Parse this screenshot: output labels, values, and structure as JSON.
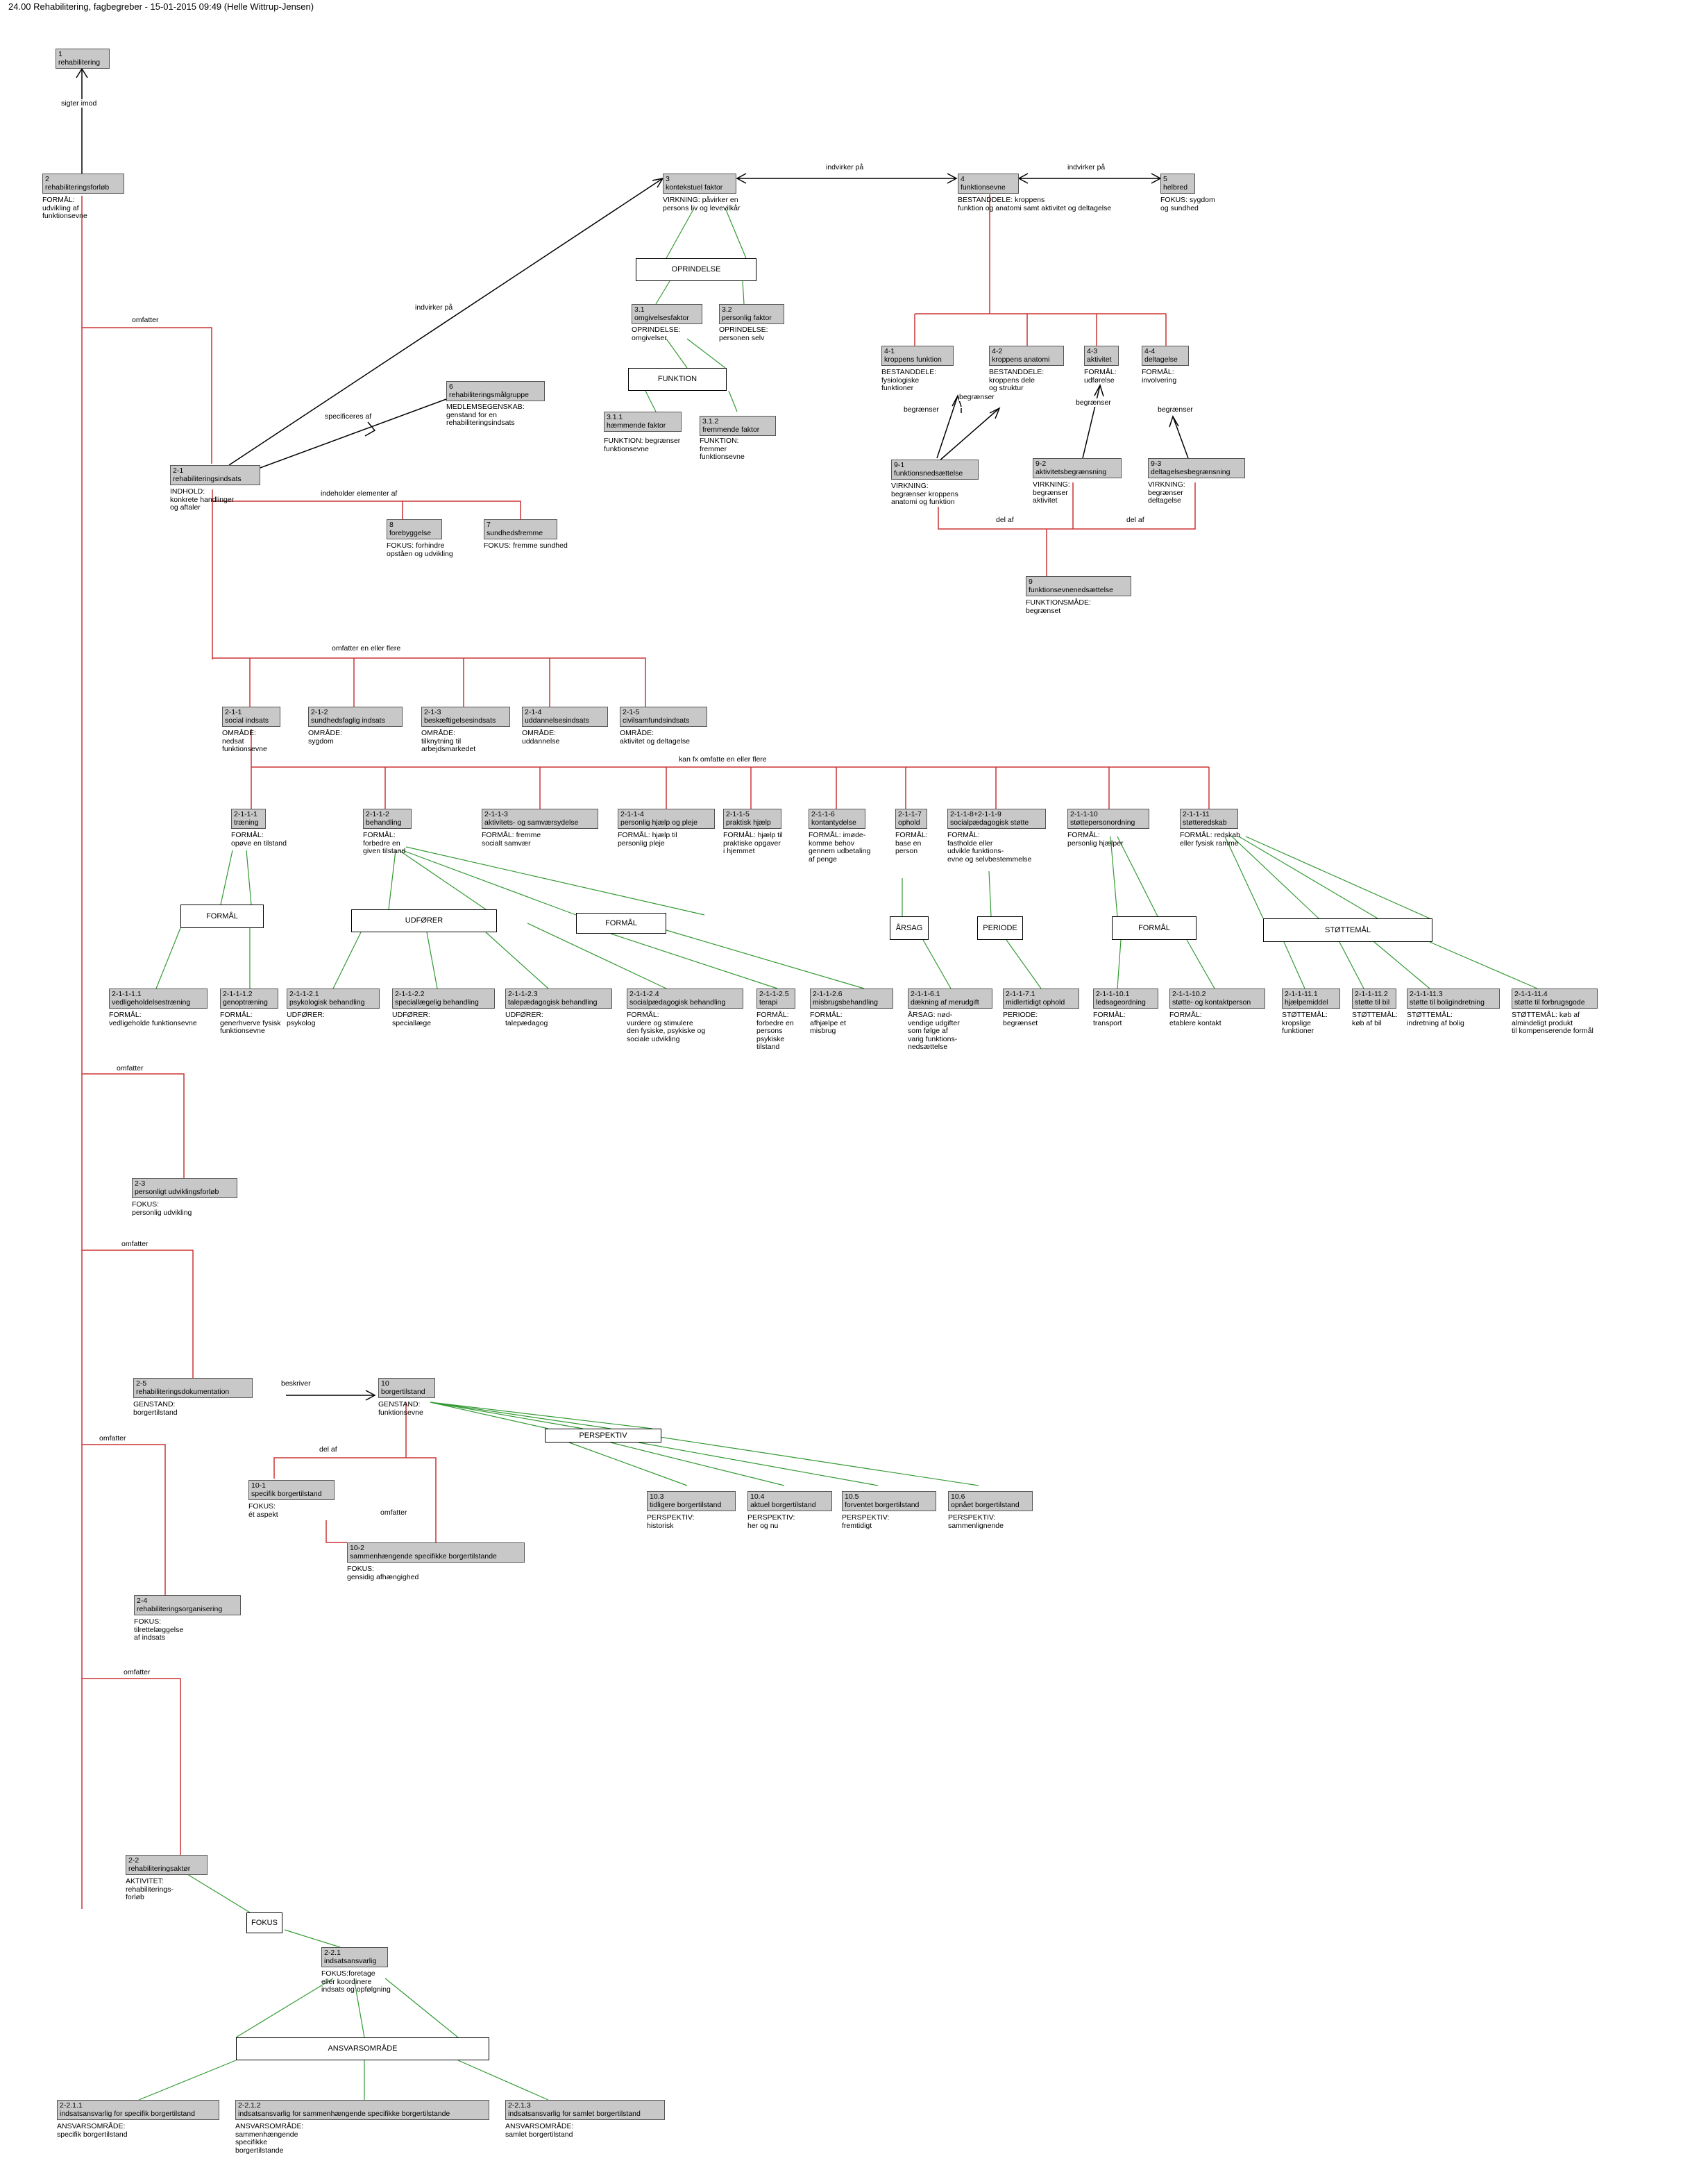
{
  "header": "24.00 Rehabilitering, fagbegreber - 15-01-2015 09:49 (Helle Wittrup-Jensen)",
  "concepts": {
    "c1": {
      "id": "1",
      "name": "rehabilitering",
      "desc": ""
    },
    "c2": {
      "id": "2",
      "name": "rehabiliteringsforløb",
      "desc": "FORMÅL:\nudvikling af\nfunktionsevne"
    },
    "c3": {
      "id": "3",
      "name": "kontekstuel faktor",
      "desc": "VIRKNING: påvirker en\npersons liv og levevilkår"
    },
    "c4": {
      "id": "4",
      "name": "funktionsevne",
      "desc": "BESTANDDELE: kroppens\nfunktion og anatomi samt aktivitet og deltagelse"
    },
    "c5": {
      "id": "5",
      "name": "helbred",
      "desc": "FOKUS: sygdom\nog sundhed"
    },
    "c31": {
      "id": "3.1",
      "name": "omgivelsesfaktor",
      "desc": "OPRINDELSE:\nomgivelser"
    },
    "c32": {
      "id": "3.2",
      "name": "personlig faktor",
      "desc": "OPRINDELSE:\npersonen selv"
    },
    "c311": {
      "id": "3.1.1",
      "name": "hæmmende faktor",
      "desc": "FUNKTION: begrænser\nfunktionsevne"
    },
    "c312": {
      "id": "3.1.2",
      "name": "fremmende faktor",
      "desc": "FUNKTION:\nfremmer\nfunktionsevne"
    },
    "c6": {
      "id": "6",
      "name": "rehabiliteringsmålgruppe",
      "desc": "MEDLEMSEGENSKAB:\ngenstand for en\nrehabiliteringsindsats"
    },
    "c41": {
      "id": "4-1",
      "name": "kroppens funktion",
      "desc": "BESTANDDELE:\nfysiologiske\nfunktioner"
    },
    "c42": {
      "id": "4-2",
      "name": "kroppens anatomi",
      "desc": "BESTANDDELE:\nkroppens dele\nog struktur"
    },
    "c43": {
      "id": "4-3",
      "name": "aktivitet",
      "desc": "FORMÅL:\nudførelse"
    },
    "c44": {
      "id": "4-4",
      "name": "deltagelse",
      "desc": "FORMÅL:\ninvolvering"
    },
    "c91": {
      "id": "9-1",
      "name": "funktionsnedsættelse",
      "desc": "VIRKNING:\nbegrænser kroppens\nanatomi og funktion"
    },
    "c92": {
      "id": "9-2",
      "name": "aktivitetsbegrænsning",
      "desc": "VIRKNING:\nbegrænser\naktivitet"
    },
    "c93": {
      "id": "9-3",
      "name": "deltagelsesbegrænsning",
      "desc": "VIRKNING:\nbegrænser\ndeltagelse"
    },
    "c9": {
      "id": "9",
      "name": "funktionsevnenedsættelse",
      "desc": "FUNKTIONSMÅDE:\nbegrænset"
    },
    "c21": {
      "id": "2-1",
      "name": "rehabiliteringsindsats",
      "desc": "INDHOLD:\nkonkrete handlinger\nog aftaler"
    },
    "c8": {
      "id": "8",
      "name": "forebyggelse",
      "desc": "FOKUS: forhindre\nopståen og udvikling"
    },
    "c7": {
      "id": "7",
      "name": "sundhedsfremme",
      "desc": "FOKUS: fremme sundhed"
    },
    "c211": {
      "id": "2-1-1",
      "name": "social indsats",
      "desc": "OMRÅDE:\nnedsat\nfunktionsevne"
    },
    "c212": {
      "id": "2-1-2",
      "name": "sundhedsfaglig indsats",
      "desc": "OMRÅDE:\nsygdom"
    },
    "c213": {
      "id": "2-1-3",
      "name": "beskæftigelsesindsats",
      "desc": "OMRÅDE:\ntilknytning til\narbejdsmarkedet"
    },
    "c214": {
      "id": "2-1-4",
      "name": "uddannelsesindsats",
      "desc": "OMRÅDE:\nuddannelse"
    },
    "c215": {
      "id": "2-1-5",
      "name": "civilsamfundsindsats",
      "desc": "OMRÅDE:\naktivitet og deltagelse"
    },
    "c2111": {
      "id": "2-1-1-1",
      "name": "træning",
      "desc": "FORMÅL:\nopøve en tilstand"
    },
    "c2112": {
      "id": "2-1-1-2",
      "name": "behandling",
      "desc": "FORMÅL:\nforbedre en\ngiven tilstand"
    },
    "c2113": {
      "id": "2-1-1-3",
      "name": "aktivitets- og samværsydelse",
      "desc": "FORMÅL: fremme\nsocialt samvær"
    },
    "c2114": {
      "id": "2-1-1-4",
      "name": "personlig hjælp og pleje",
      "desc": "FORMÅL: hjælp til\npersonlig pleje"
    },
    "c2115": {
      "id": "2-1-1-5",
      "name": "praktisk hjælp",
      "desc": "FORMÅL: hjælp til\npraktiske opgaver\ni hjemmet"
    },
    "c2116": {
      "id": "2-1-1-6",
      "name": "kontantydelse",
      "desc": "FORMÅL: imøde-\nkomme behov\ngennem udbetaling\naf penge"
    },
    "c2117": {
      "id": "2-1-1-7",
      "name": "ophold",
      "desc": "FORMÅL:\nbase en\nperson"
    },
    "c2118": {
      "id": "2-1-1-8+2-1-1-9",
      "name": "socialpædagogisk støtte",
      "desc": "FORMÅL:\nfastholde eller\nudvikle funktions-\nevne og selvbestemmelse"
    },
    "c21110": {
      "id": "2-1-1-10",
      "name": "støttepersonordning",
      "desc": "FORMÅL:\npersonlig hjælper"
    },
    "c21111": {
      "id": "2-1-1-11",
      "name": "støtteredskab",
      "desc": "FORMÅL: redskab\neller fysisk ramme"
    },
    "c21111a": {
      "id": "2-1-1-1.1",
      "name": "vedligeholdelsestræning",
      "desc": "FORMÅL:\nvedligeholde funktionsevne"
    },
    "c21112a": {
      "id": "2-1-1-1.2",
      "name": "genoptræning",
      "desc": "FORMÅL:\ngenerhverve fysisk\nfunktionsevne"
    },
    "c21121": {
      "id": "2-1-1-2.1",
      "name": "psykologisk behandling",
      "desc": "UDFØRER:\npsykolog"
    },
    "c21122": {
      "id": "2-1-1-2.2",
      "name": "speciallægelig behandling",
      "desc": "UDFØRER:\nspeciallæge"
    },
    "c21123": {
      "id": "2-1-1-2.3",
      "name": "talepædagogisk behandling",
      "desc": "UDFØRER:\ntalepædagog"
    },
    "c21124": {
      "id": "2-1-1-2.4",
      "name": "socialpædagogisk behandling",
      "desc": "FORMÅL:\nvurdere og stimulere\nden fysiske, psykiske og\nsociale udvikling"
    },
    "c21125": {
      "id": "2-1-1-2.5",
      "name": "terapi",
      "desc": "FORMÅL:\nforbedre en\npersons\npsykiske\ntilstand"
    },
    "c21126": {
      "id": "2-1-1-2.6",
      "name": "misbrugsbehandling",
      "desc": "FORMÅL:\nafhjælpe et\nmisbrug"
    },
    "c21161": {
      "id": "2-1-1-6.1",
      "name": "dækning af merudgift",
      "desc": "ÅRSAG: nød-\nvendige udgifter\nsom følge af\nvarig funktions-\nnedsættelse"
    },
    "c21171": {
      "id": "2-1-1-7.1",
      "name": "midlertidigt ophold",
      "desc": "PERIODE:\nbegrænset"
    },
    "c211101": {
      "id": "2-1-1-10.1",
      "name": "ledsageordning",
      "desc": "FORMÅL:\ntransport"
    },
    "c211102": {
      "id": "2-1-1-10.2",
      "name": "støtte- og kontaktperson",
      "desc": "FORMÅL:\netablere kontakt"
    },
    "c211111": {
      "id": "2-1-1-11.1",
      "name": "hjælpemiddel",
      "desc": "STØTTEMÅL:\nkropslige\nfunktioner"
    },
    "c211112": {
      "id": "2-1-1-11.2",
      "name": "støtte til bil",
      "desc": "STØTTEMÅL:\nkøb af bil"
    },
    "c211113": {
      "id": "2-1-1-11.3",
      "name": "støtte til boligindretning",
      "desc": "STØTTEMÅL:\nindretning af bolig"
    },
    "c211114": {
      "id": "2-1-1-11.4",
      "name": "støtte til forbrugsgode",
      "desc": "STØTTEMÅL: køb af\nalmindeligt produkt\ntil kompenserende formål"
    },
    "c23": {
      "id": "2-3",
      "name": "personligt udviklingsforløb",
      "desc": "FOKUS:\npersonlig udvikling"
    },
    "c25": {
      "id": "2-5",
      "name": "rehabiliteringsdokumentation",
      "desc": "GENSTAND:\nborgertilstand"
    },
    "c10": {
      "id": "10",
      "name": "borgertilstand",
      "desc": "GENSTAND:\nfunktionsevne"
    },
    "c101": {
      "id": "10-1",
      "name": "specifik borgertilstand",
      "desc": "FOKUS:\nét aspekt"
    },
    "c102": {
      "id": "10-2",
      "name": "sammenhængende specifikke borgertilstande",
      "desc": "FOKUS:\ngensidig afhængighed"
    },
    "c103": {
      "id": "10.3",
      "name": "tidligere borgertilstand",
      "desc": "PERSPEKTIV:\nhistorisk"
    },
    "c104": {
      "id": "10.4",
      "name": "aktuel borgertilstand",
      "desc": "PERSPEKTIV:\nher og nu"
    },
    "c105": {
      "id": "10.5",
      "name": "forventet borgertilstand",
      "desc": "PERSPEKTIV:\nfremtidigt"
    },
    "c106": {
      "id": "10.6",
      "name": "opnået borgertilstand",
      "desc": "PERSPEKTIV:\nsammenlignende"
    },
    "c24": {
      "id": "2-4",
      "name": "rehabiliteringsorganisering",
      "desc": "FOKUS:\ntilrettelæggelse\naf indsats"
    },
    "c22": {
      "id": "2-2",
      "name": "rehabiliteringsaktør",
      "desc": "AKTIVITET:\nrehabiliterings-\nforløb"
    },
    "c221": {
      "id": "2-2.1",
      "name": "indsatsansvarlig",
      "desc": "FOKUS:foretage\neller koordinere\nindsats og opfølgning"
    },
    "c2211": {
      "id": "2-2.1.1",
      "name": "indsatsansvarlig for specifik borgertilstand",
      "desc": "ANSVARSOMRÅDE:\nspecifik borgertilstand"
    },
    "c2212": {
      "id": "2-2.1.2",
      "name": "indsatsansvarlig for sammenhængende specifikke borgertilstande",
      "desc": "ANSVARSOMRÅDE:\nsammenhængende\nspecifikke\nborgertilstande"
    },
    "c2213": {
      "id": "2-2.1.3",
      "name": "indsatsansvarlig for samlet borgertilstand",
      "desc": "ANSVARSOMRÅDE:\nsamlet borgertilstand"
    }
  },
  "criteria": {
    "oprindelse": "OPRINDELSE",
    "funktion": "FUNKTION",
    "formal1": "FORMÅL",
    "udforer": "UDFØRER",
    "formal2": "FORMÅL",
    "arsag": "ÅRSAG",
    "periode": "PERIODE",
    "formal3": "FORMÅL",
    "stottemal": "STØTTEMÅL",
    "perspektiv": "PERSPEKTIV",
    "fokus": "FOKUS",
    "ansvar": "ANSVARSOMRÅDE"
  },
  "relations": {
    "sigter": "sigter imod",
    "indvirker1": "indvirker på",
    "indvirker2": "indvirker på",
    "indvirker3": "indvirker på",
    "omfatter1": "omfatter",
    "specificeres": "specificeres af",
    "indeholder": "indeholder elementer af",
    "omfatter_flere": "omfatter en eller flere",
    "kan_fx": "kan fx omfatte en eller flere",
    "begr1": "begrænser",
    "begr2": "begrænser",
    "begr3": "begrænser",
    "begr4": "begrænser",
    "delaf1": "del af",
    "delaf2": "del af",
    "omfatter2": "omfatter",
    "omfatter3": "omfatter",
    "beskriver": "beskriver",
    "delaf3": "del af",
    "omfatter4": "omfatter",
    "omfatter5": "omfatter",
    "omfatter6": "omfatter"
  }
}
